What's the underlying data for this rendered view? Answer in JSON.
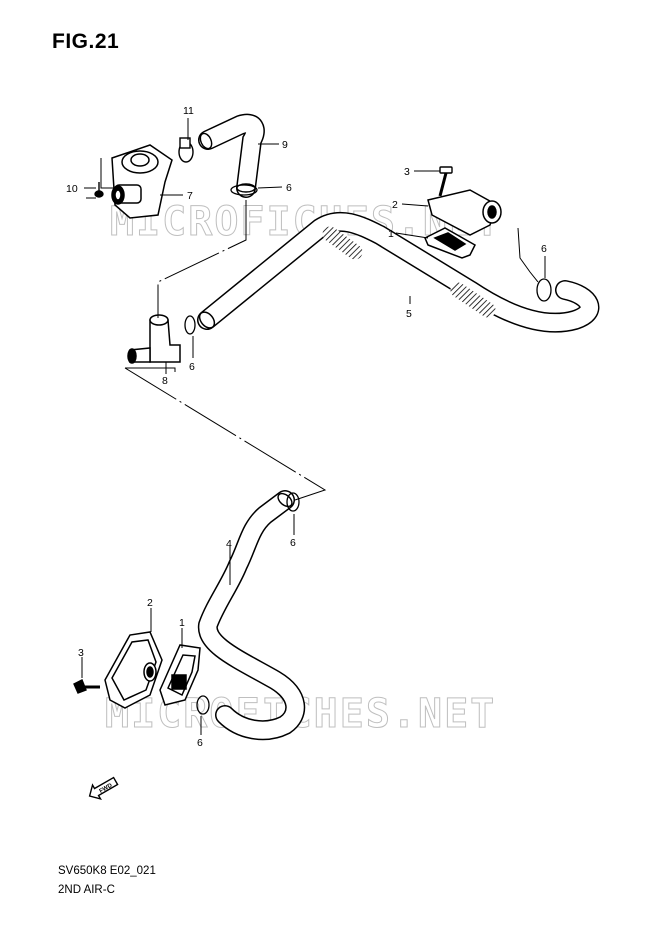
{
  "figure": {
    "title": "FIG.21",
    "model_code": "SV650K8 E02_021",
    "subtitle": "2ND AIR-C"
  },
  "watermark": "MICROFICHES.NET",
  "callouts": [
    {
      "id": "c11",
      "text": "11"
    },
    {
      "id": "c9",
      "text": "9"
    },
    {
      "id": "c10",
      "text": "10"
    },
    {
      "id": "c7",
      "text": "7"
    },
    {
      "id": "c6a",
      "text": "6"
    },
    {
      "id": "c3a",
      "text": "3"
    },
    {
      "id": "c2a",
      "text": "2"
    },
    {
      "id": "c1a",
      "text": "1"
    },
    {
      "id": "c6b",
      "text": "6"
    },
    {
      "id": "c5",
      "text": "5"
    },
    {
      "id": "c8",
      "text": "8"
    },
    {
      "id": "c6c",
      "text": "6"
    },
    {
      "id": "c4",
      "text": "4"
    },
    {
      "id": "c6d",
      "text": "6"
    },
    {
      "id": "c2b",
      "text": "2"
    },
    {
      "id": "c1b",
      "text": "1"
    },
    {
      "id": "c3b",
      "text": "3"
    },
    {
      "id": "c6e",
      "text": "6"
    }
  ],
  "fwd_label": "FWD",
  "icons": [
    "fwd-arrow-icon"
  ]
}
